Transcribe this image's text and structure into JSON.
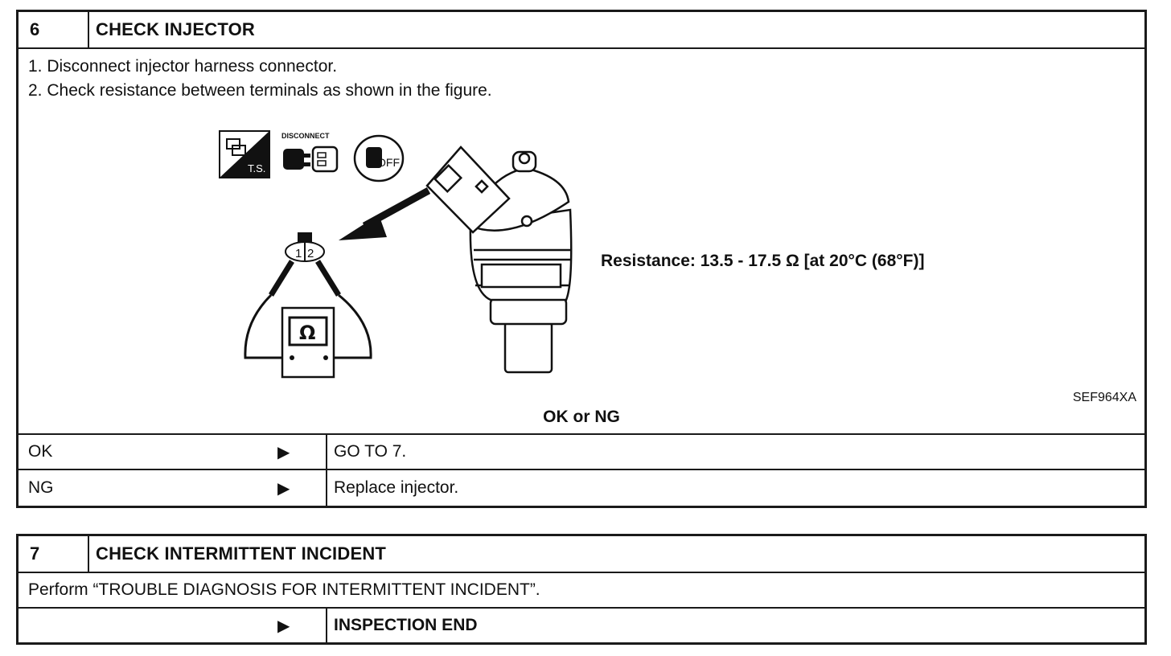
{
  "step6": {
    "number": "6",
    "title": "CHECK INJECTOR",
    "instructions": [
      "1.  Disconnect injector harness connector.",
      "2.  Check resistance between terminals as shown in the figure."
    ],
    "figure": {
      "icon_ts_label": "T.S.",
      "icon_disconnect_label": "DISCONNECT",
      "icon_off_label": "OFF",
      "terminal_labels": [
        "1",
        "2"
      ],
      "meter_symbol": "Ω",
      "resistance_text": "Resistance: 13.5 - 17.5 Ω [at 20°C (68°F)]",
      "figure_code": "SEF964XA"
    },
    "question": "OK or NG",
    "results": [
      {
        "label": "OK",
        "action": "GO TO 7."
      },
      {
        "label": "NG",
        "action": "Replace injector."
      }
    ]
  },
  "step7": {
    "number": "7",
    "title": "CHECK INTERMITTENT INCIDENT",
    "instruction": "Perform “TROUBLE DIAGNOSIS FOR INTERMITTENT INCIDENT”.",
    "result": {
      "label": "",
      "action": "INSPECTION END"
    }
  },
  "arrow_glyph": "▶"
}
